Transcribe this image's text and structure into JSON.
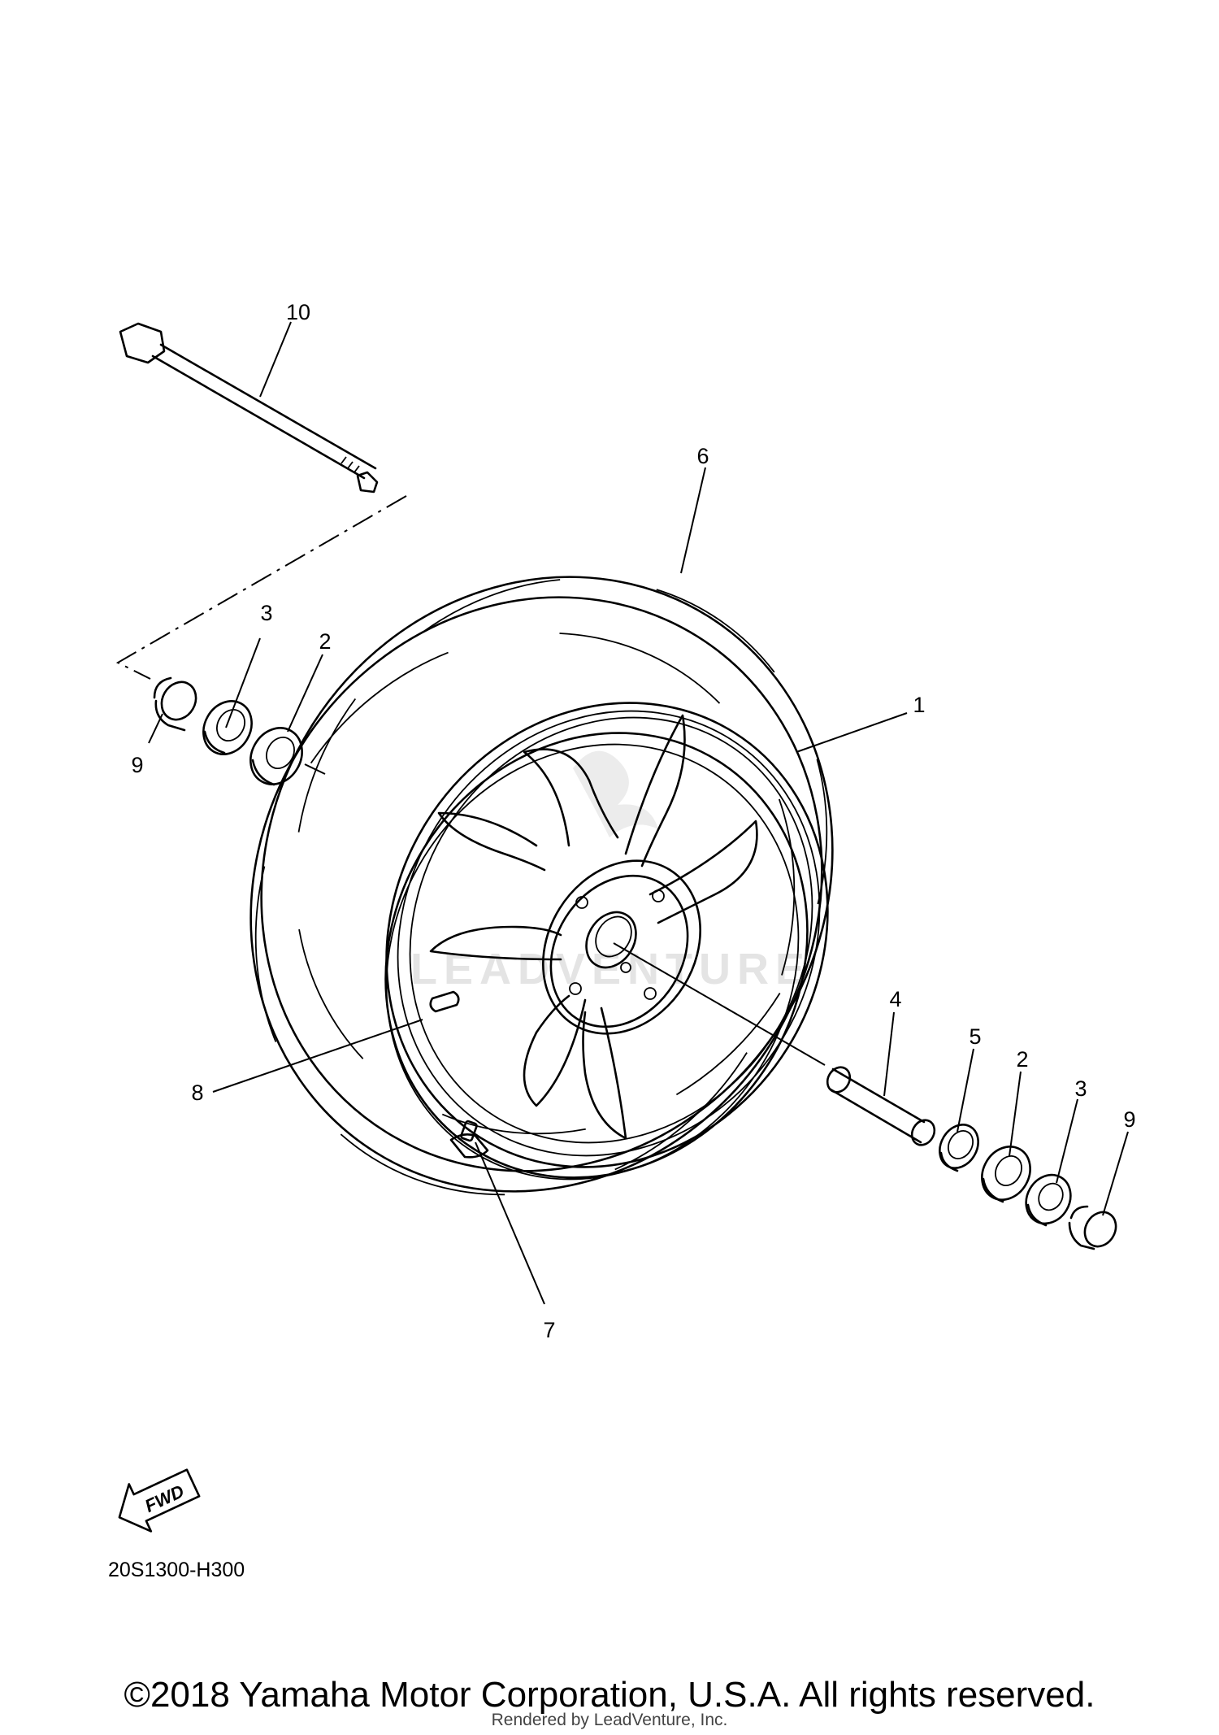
{
  "diagram": {
    "callouts": [
      "1",
      "2",
      "2",
      "3",
      "3",
      "4",
      "5",
      "6",
      "7",
      "8",
      "9",
      "9",
      "10"
    ],
    "fwd_label": "FWD",
    "figure_code": "20S1300-H300"
  },
  "watermark": "LEADVENTURE",
  "footer": {
    "copyright": "©2018 Yamaha Motor Corporation, U.S.A. All rights reserved.",
    "rendered_by": "Rendered by LeadVenture, Inc."
  }
}
